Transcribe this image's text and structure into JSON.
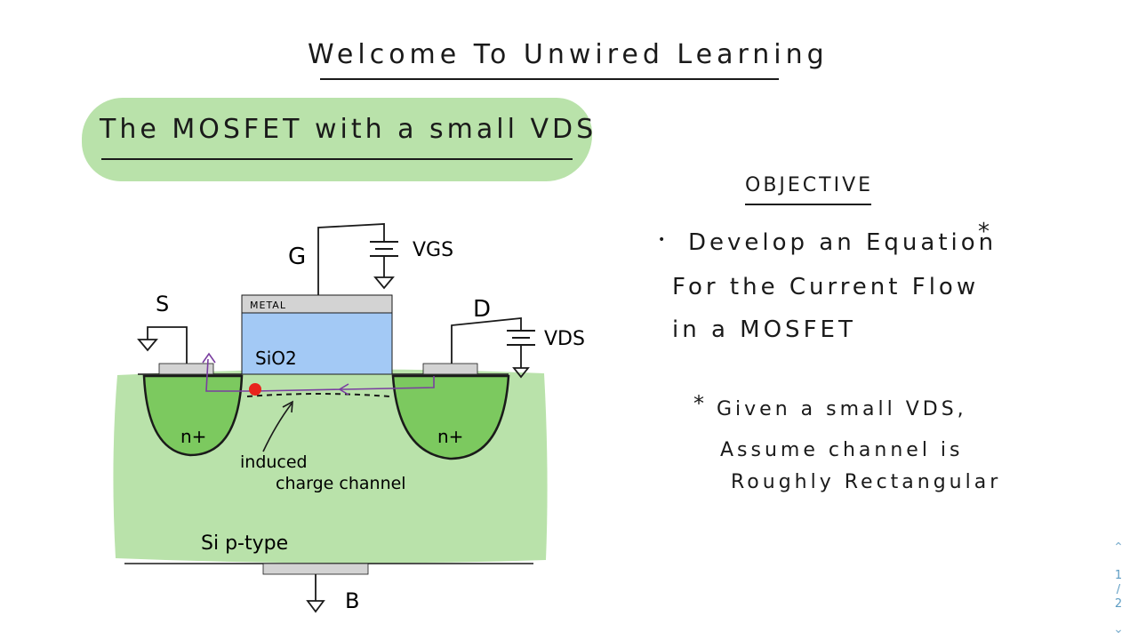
{
  "page": {
    "title": "Welcome To Unwired Learning",
    "heading": "The MOSFET with a small VDS"
  },
  "diagram": {
    "gate_label": "G",
    "source_label": "S",
    "drain_label": "D",
    "body_label": "B",
    "vgs_label": "VGS",
    "vds_label": "VDS",
    "metal_label": "METAL",
    "oxide_label": "SiO2",
    "n_plus_left": "n+",
    "n_plus_right": "n+",
    "annotation_line_1": "induced",
    "annotation_line_2": "charge channel",
    "substrate_label": "Si p-type"
  },
  "objective": {
    "title": "OBJECTIVE",
    "bullet": "•",
    "line_1": "Develop an Equation",
    "star": "*",
    "line_2": "For the Current Flow",
    "line_3": "in a MOSFET"
  },
  "note": {
    "star": "*",
    "line_1": "Given a small VDS,",
    "line_2": "Assume channel is",
    "line_3": "Roughly Rectangular"
  },
  "pagination": {
    "current": "1",
    "separator": "/",
    "total": "2",
    "up_icon": "chevron-up-icon",
    "down_icon": "chevron-down-icon"
  },
  "colors": {
    "highlight_green": "#b9e2aa",
    "n_plus_green": "#7cc95f",
    "oxide_blue": "#a3c9f5",
    "metal_gray": "#d3d3d3",
    "current_purple": "#7a3ea0",
    "electron_red": "#e8231d",
    "nav_blue": "#5d9cc3"
  }
}
